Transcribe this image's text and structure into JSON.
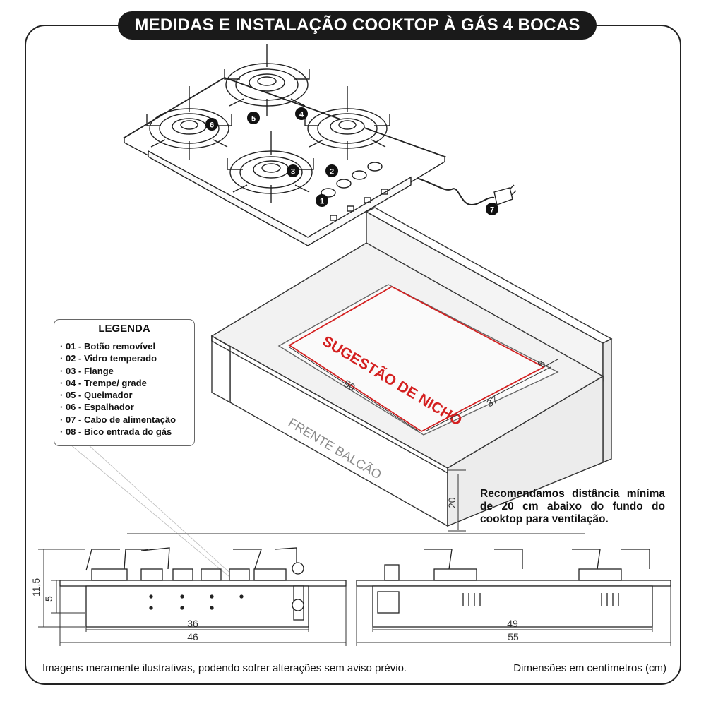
{
  "title": "MEDIDAS E INSTALAÇÃO COOKTOP À GÁS 4 BOCAS",
  "callouts": [
    "1",
    "2",
    "3",
    "4",
    "5",
    "6",
    "7",
    "8"
  ],
  "legend": {
    "heading": "LEGENDA",
    "items": [
      "01 - Botão removível",
      "02 - Vidro temperado",
      "03 - Flange",
      "04 - Trempe/ grade",
      "05 - Queimador",
      "06 - Espalhador",
      "07 - Cabo de alimentação",
      "08 - Bico entrada do gás"
    ]
  },
  "niche": {
    "label": "SUGESTÃO DE NICHO",
    "width": "50",
    "depth": "37",
    "back_gap": "8",
    "front_label": "FRENTE BALCÃO",
    "clearance": "20"
  },
  "note": "Recomendamos distância mínima de 20 cm abaixo do fundo do cooktop para ventilação.",
  "side_view": {
    "total_height": "11,5",
    "body_height": "5",
    "inner_width": "36",
    "total_width": "46"
  },
  "front_view": {
    "inner_width": "49",
    "total_width": "55"
  },
  "footer": {
    "disclaimer": "Imagens meramente ilustrativas, podendo sofrer alterações sem aviso prévio.",
    "units": "Dimensões em centímetros (cm)"
  },
  "colors": {
    "niche_red": "#d42020",
    "counter_gray": "#f2f2f2",
    "title_bg": "#1a1a1a"
  }
}
